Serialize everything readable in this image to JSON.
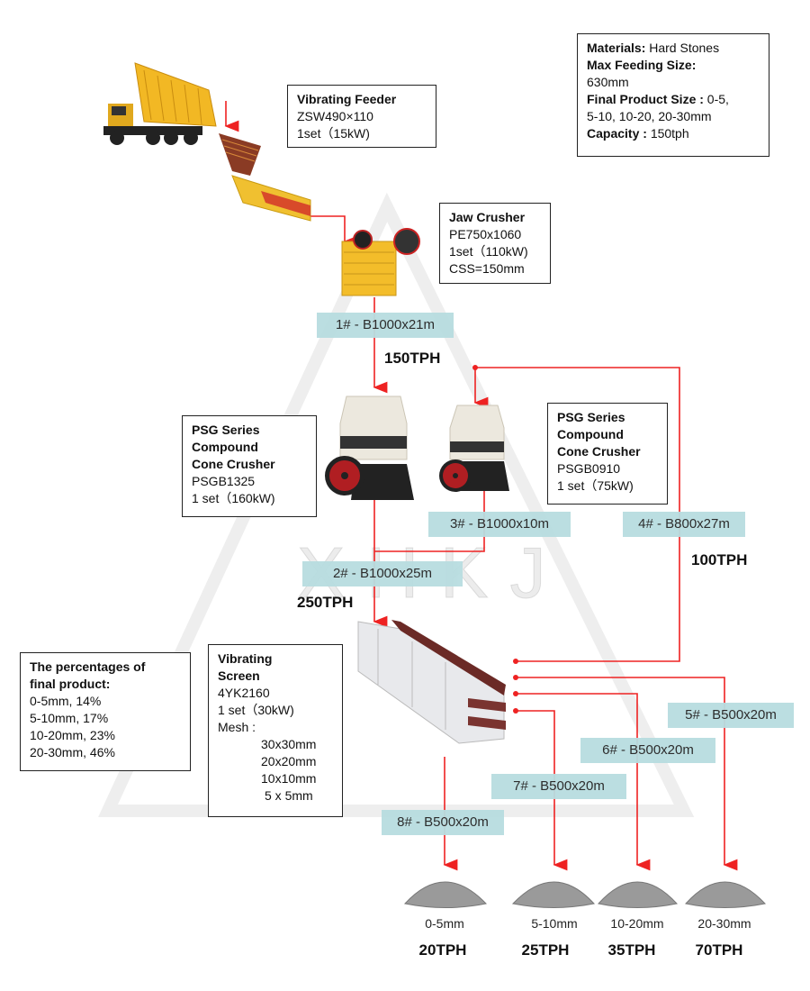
{
  "specs": {
    "materials_label": "Materials:",
    "materials_value": "Hard Stones",
    "max_feed_label": "Max Feeding Size:",
    "max_feed_value": "630mm",
    "final_size_label": "Final Product Size :",
    "final_size_value_1": "0-5,",
    "final_size_value_2": "5-10, 10-20, 20-30mm",
    "capacity_label": "Capacity :",
    "capacity_value": "150tph"
  },
  "equipment": {
    "feeder": {
      "title": "Vibrating Feeder",
      "model": "ZSW490×110",
      "qty": "1set（15kW)"
    },
    "jaw": {
      "title": "Jaw Crusher",
      "model": "PE750x1060",
      "qty": "1set（110kW)",
      "css": "CSS=150mm"
    },
    "cone1": {
      "title1": "PSG Series",
      "title2": "Compound",
      "title3": "Cone Crusher",
      "model": "PSGB1325",
      "qty": "1 set（160kW)"
    },
    "cone2": {
      "title1": "PSG Series",
      "title2": "Compound",
      "title3": "Cone Crusher",
      "model": "PSGB0910",
      "qty": "1 set（75kW)"
    },
    "screen": {
      "title1": "Vibrating",
      "title2": "Screen",
      "model": "4YK2160",
      "qty": "1 set（30kW)",
      "mesh_label": "Mesh :",
      "mesh": [
        "30x30mm",
        "20x20mm",
        "10x10mm",
        "5 x 5mm"
      ]
    }
  },
  "percentages": {
    "title1": "The percentages of",
    "title2": "final product:",
    "items": [
      "0-5mm, 14%",
      "5-10mm, 17%",
      "10-20mm, 23%",
      "20-30mm, 46%"
    ]
  },
  "belts": {
    "b1": "1# - B1000x21m",
    "b2": "2# - B1000x25m",
    "b3": "3# - B1000x10m",
    "b4": "4# - B800x27m",
    "b5": "5# - B500x20m",
    "b6": "6# - B500x20m",
    "b7": "7# - B500x20m",
    "b8": "8# - B500x20m"
  },
  "flows": {
    "f1": "150TPH",
    "f2": "250TPH",
    "f4": "100TPH"
  },
  "products": [
    {
      "size": "0-5mm",
      "tph": "20TPH"
    },
    {
      "size": "5-10mm",
      "tph": "25TPH"
    },
    {
      "size": "10-20mm",
      "tph": "35TPH"
    },
    {
      "size": "20-30mm",
      "tph": "70TPH"
    }
  ],
  "watermark": "XHKJ",
  "colors": {
    "line": "#ee2222",
    "belt_bg": "#b8dde0",
    "machine_yellow": "#f2b824",
    "screen_brown": "#6b2a26"
  }
}
